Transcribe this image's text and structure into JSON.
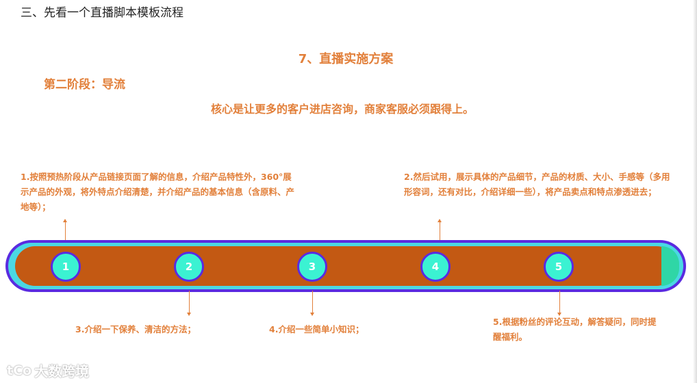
{
  "heading": "三、先看一个直播脚本模板流程",
  "title": "7、直播实施方案",
  "stage": "第二阶段：导流",
  "core": "核心是让更多的客户进店咨询，商家客服必须跟得上。",
  "steps": {
    "n1": "1",
    "n2": "2",
    "n3": "3",
    "n4": "4",
    "n5": "5"
  },
  "notes": {
    "step1": "1.按照预热阶段从产品链接页面了解的信息，介绍产品特性外，360°展示产品的外观，将外特点介绍清楚，并介绍产品的基本信息（含原料、产地等）；",
    "step2": "2.然后试用，展示具体的产品细节，产品的材质、大小、手感等（多用形容词，还有对比，介绍详细一些），将产品卖点和特点渗透进去；",
    "step3": "3.介绍一下保养、清洁的方法；",
    "step4": "4.介绍一些简单小知识；",
    "step5": "5.根据粉丝的评论互动，解答疑问，同时提醒福利。"
  },
  "watermark": {
    "logo": "tCo",
    "text": "大数跨境"
  },
  "colors": {
    "accent": "#e2803b",
    "bar": "#c35913",
    "bar_outline": "#5a2be0",
    "node": "#3bf2d2"
  }
}
